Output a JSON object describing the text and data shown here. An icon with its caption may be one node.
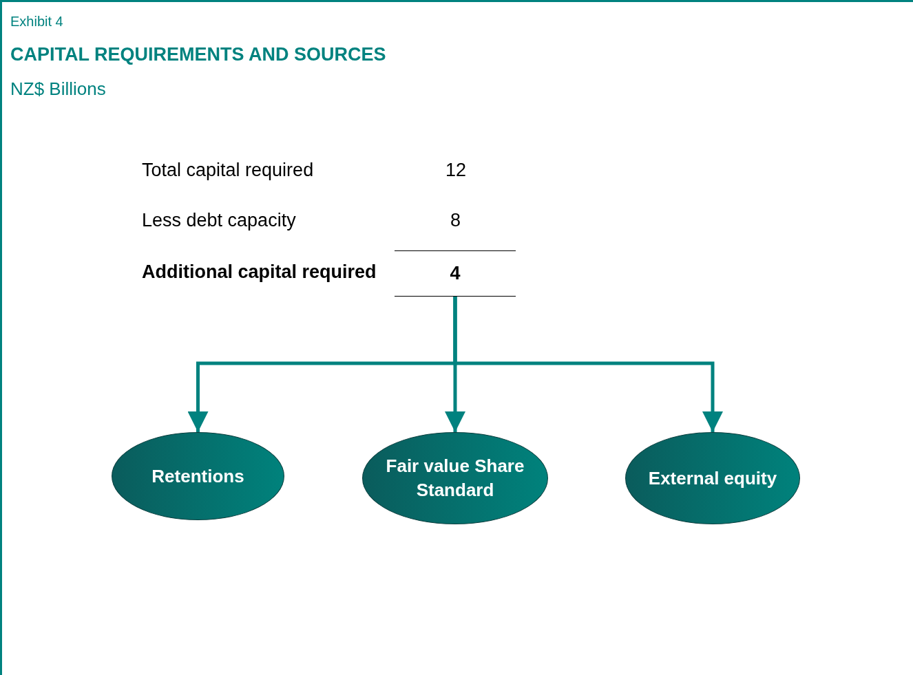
{
  "diagram": {
    "title": "CAPITAL REQUIREMENTS AND SOURCES",
    "nodes": [
      {
        "text": [
          "4"
        ]
      },
      {
        "text": [
          "Retentions"
        ]
      },
      {
        "text": [
          "Fair value Share Standard"
        ]
      },
      {
        "text": [
          "External equity"
        ]
      }
    ],
    "edges": [
      {
        "from": 0,
        "to": 1,
        "arrow": "to"
      },
      {
        "from": 0,
        "to": 2,
        "arrow": "to"
      },
      {
        "from": 0,
        "to": 3,
        "arrow": "to"
      }
    ],
    "labels": [
      "Exhibit 4",
      "NZ$ Billions",
      "Total capital required",
      "12",
      "Less debt capacity",
      "8",
      "Additional capital required"
    ]
  }
}
